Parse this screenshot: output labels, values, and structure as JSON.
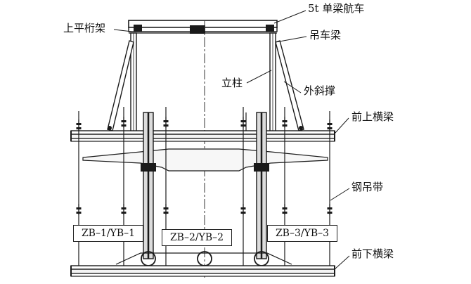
{
  "labels": {
    "crane": "5t 单梁航车",
    "upper_truss": "上平桁架",
    "hoist_beam": "吊车梁",
    "column": "立柱",
    "outer_brace": "外斜撑",
    "front_upper_beam": "前上横梁",
    "steel_strap": "钢吊带",
    "front_lower_beam": "前下横梁"
  },
  "boxes": {
    "left": "ZB–1/YB–1",
    "middle": "ZB–2/YB–2",
    "right": "ZB–3/YB–3"
  },
  "colors": {
    "line": "#1a1a1a",
    "fill_light": "#f4f4f4",
    "fill_mid": "#dcdcdc"
  }
}
